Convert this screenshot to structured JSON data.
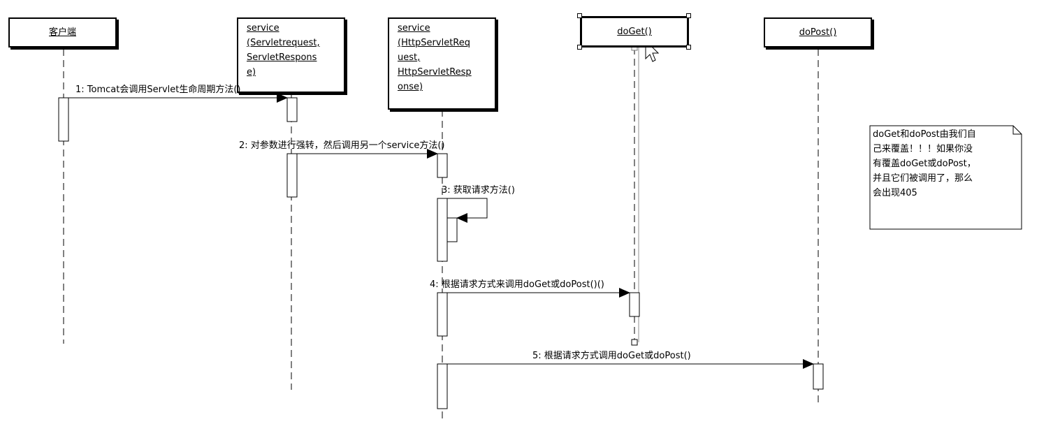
{
  "lifelines": [
    {
      "id": "client",
      "label": "客户端"
    },
    {
      "id": "service1",
      "label_lines": [
        "service",
        "(Servletrequest,",
        "ServletRespons",
        "e)"
      ]
    },
    {
      "id": "service2",
      "label_lines": [
        "service",
        "(HttpServletReq",
        "uest,",
        "HttpServletResp",
        "onse)"
      ]
    },
    {
      "id": "doget",
      "label": "doGet()"
    },
    {
      "id": "dopost",
      "label": "doPost()"
    }
  ],
  "messages": [
    {
      "number": "1",
      "text": "1: Tomcat会调用Servlet生命周期方法()",
      "from": "client",
      "to": "service1"
    },
    {
      "number": "2",
      "text": "2: 对参数进行强转，然后调用另一个service方法()",
      "from": "service1",
      "to": "service2"
    },
    {
      "number": "3",
      "text": "3: 获取请求方法()",
      "from": "service2",
      "to": "service2"
    },
    {
      "number": "4",
      "text": "4: 根据请求方式来调用doGet或doPost()()",
      "from": "service2",
      "to": "doget"
    },
    {
      "number": "5",
      "text": "5: 根据请求方式调用doGet或doPost()",
      "from": "service2",
      "to": "dopost"
    }
  ],
  "note": {
    "lines": [
      "doGet和doPost由我们自",
      "己来覆盖！！！如果你没",
      "有覆盖doGet或doPost，",
      "并且它们被调用了，那么",
      "会出现405"
    ]
  },
  "selected_lifeline": "doget",
  "colors": {
    "line": "#000000",
    "background": "#ffffff",
    "selection": "#c8c8c8"
  }
}
